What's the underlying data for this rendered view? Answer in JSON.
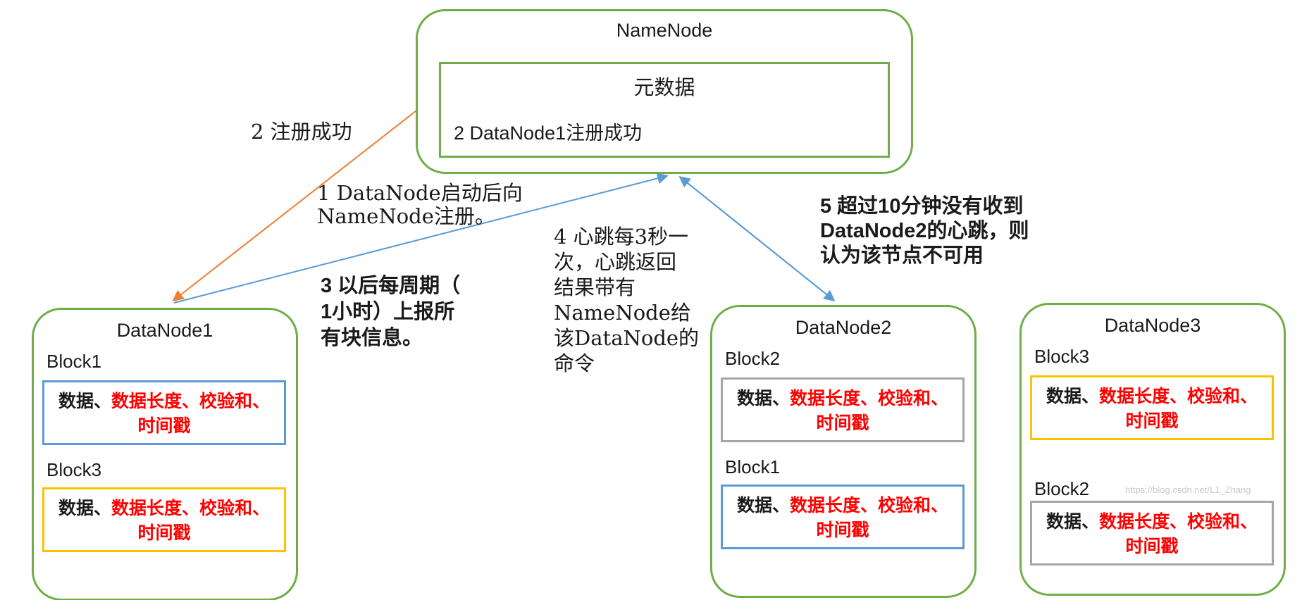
{
  "namenode": {
    "title": "NameNode",
    "metadata_label": "元数据",
    "message": "2 DataNode1注册成功"
  },
  "annotations": {
    "step1": "1 DataNode启动后向\nNameNode注册。",
    "step2": "2 注册成功",
    "step3": "3 以后每周期（\n1小时）上报所\n有块信息。",
    "step4": "4 心跳每3秒一\n次，心跳返回\n结果带有\nNameNode给\n该DataNode的\n命令",
    "step5": "5 超过10分钟没有收到\nDataNode2的心跳，则\n认为该节点不可用"
  },
  "block_text": {
    "prefix": "数据、",
    "red_part1": "数据长度、校验和、",
    "red_part2": "时间戳"
  },
  "datanodes": [
    {
      "title": "DataNode1",
      "blocks": [
        {
          "label": "Block1",
          "border_color": "#5B9BD5"
        },
        {
          "label": "Block3",
          "border_color": "#FFC000"
        }
      ]
    },
    {
      "title": "DataNode2",
      "blocks": [
        {
          "label": "Block2",
          "border_color": "#A6A6A6"
        },
        {
          "label": "Block1",
          "border_color": "#5B9BD5"
        }
      ]
    },
    {
      "title": "DataNode3",
      "blocks": [
        {
          "label": "Block3",
          "border_color": "#FFC000"
        },
        {
          "label": "Block2",
          "border_color": "#A6A6A6"
        }
      ]
    }
  ],
  "colors": {
    "box_green": "#70AD47",
    "arrow_orange": "#ED7D31",
    "arrow_blue": "#5B9BD5",
    "block_blue": "#5B9BD5",
    "block_yellow": "#FFC000",
    "block_gray": "#A6A6A6",
    "text_red": "#FF0000"
  },
  "watermark": "https://blog.csdn.net/L1_Zhang"
}
